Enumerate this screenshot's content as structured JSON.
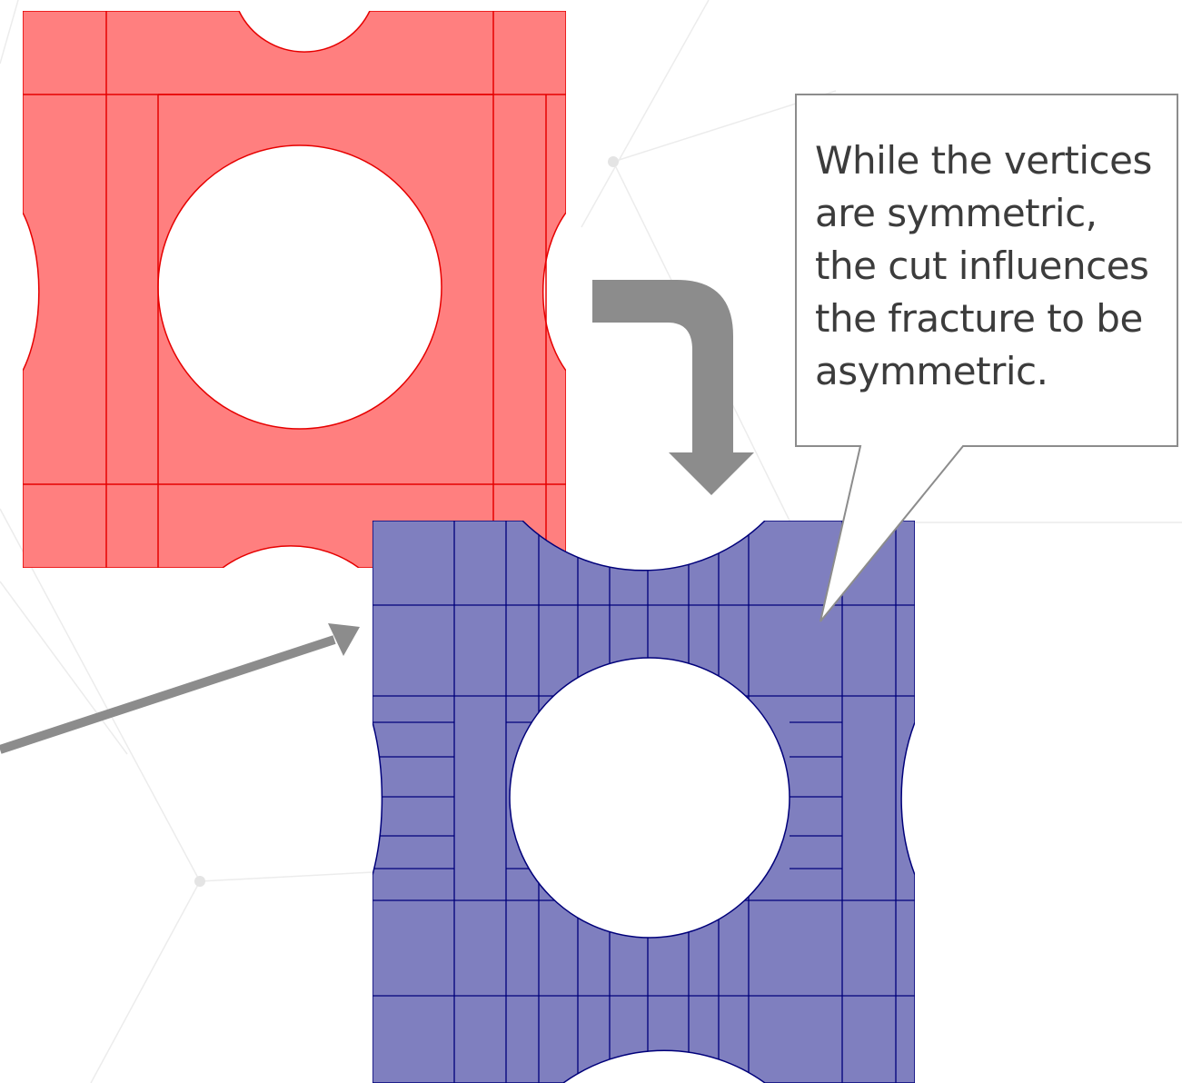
{
  "colors": {
    "red_fill": "#ff7f7f",
    "red_line": "#e60000",
    "blue_fill": "#7f7fbf",
    "blue_line": "#00007a",
    "arrow": "#8c8c8c",
    "callout_border": "#8c8c8c",
    "text": "#3c3c3c"
  },
  "callout": {
    "lines": [
      "While the vertices",
      "are symmetric,",
      "the cut influences",
      "the fracture to be",
      "asymmetric."
    ]
  }
}
